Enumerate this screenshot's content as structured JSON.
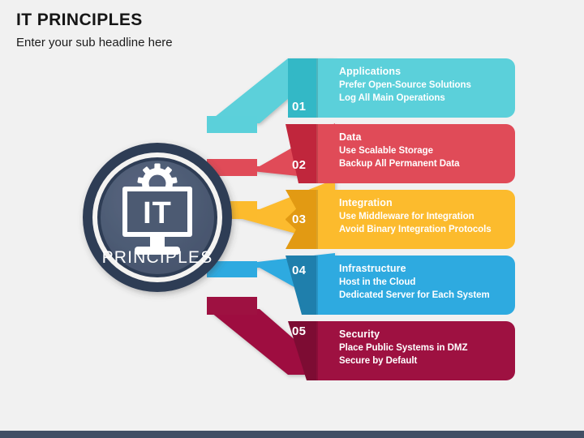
{
  "header": {
    "title": "IT PRINCIPLES",
    "subtitle": "Enter your sub headline here"
  },
  "center": {
    "icon_name": "monitor-gear-icon",
    "screen_text": "IT",
    "label": "PRINCIPLES",
    "ring_color": "#2f3c54",
    "face_color": "#4c5a72"
  },
  "footer": {
    "bar_color": "#414f65"
  },
  "items": [
    {
      "number": "01",
      "title": "Applications",
      "lines": [
        "Prefer Open-Source Solutions",
        "Log All Main Operations"
      ],
      "color": "#5bd0da",
      "wedge_color": "#33b8c6",
      "stub_color": "#5bd0da"
    },
    {
      "number": "02",
      "title": "Data",
      "lines": [
        "Use Scalable Storage",
        "Backup All Permanent Data"
      ],
      "color": "#e04b58",
      "wedge_color": "#c0263c",
      "stub_color": "#e04b58"
    },
    {
      "number": "03",
      "title": "Integration",
      "lines": [
        "Use Middleware for Integration",
        "Avoid Binary Integration Protocols"
      ],
      "color": "#fcbb2d",
      "wedge_color": "#e29a13",
      "stub_color": "#fcbb2d"
    },
    {
      "number": "04",
      "title": "Infrastructure",
      "lines": [
        "Host in the Cloud",
        "Dedicated Server for Each System"
      ],
      "color": "#2eaae0",
      "wedge_color": "#1f7fac",
      "stub_color": "#2eaae0"
    },
    {
      "number": "05",
      "title": "Security",
      "lines": [
        "Place Public Systems in DMZ",
        "Secure by Default"
      ],
      "color": "#9e1141",
      "wedge_color": "#7d0c33",
      "stub_color": "#9e1141"
    }
  ]
}
